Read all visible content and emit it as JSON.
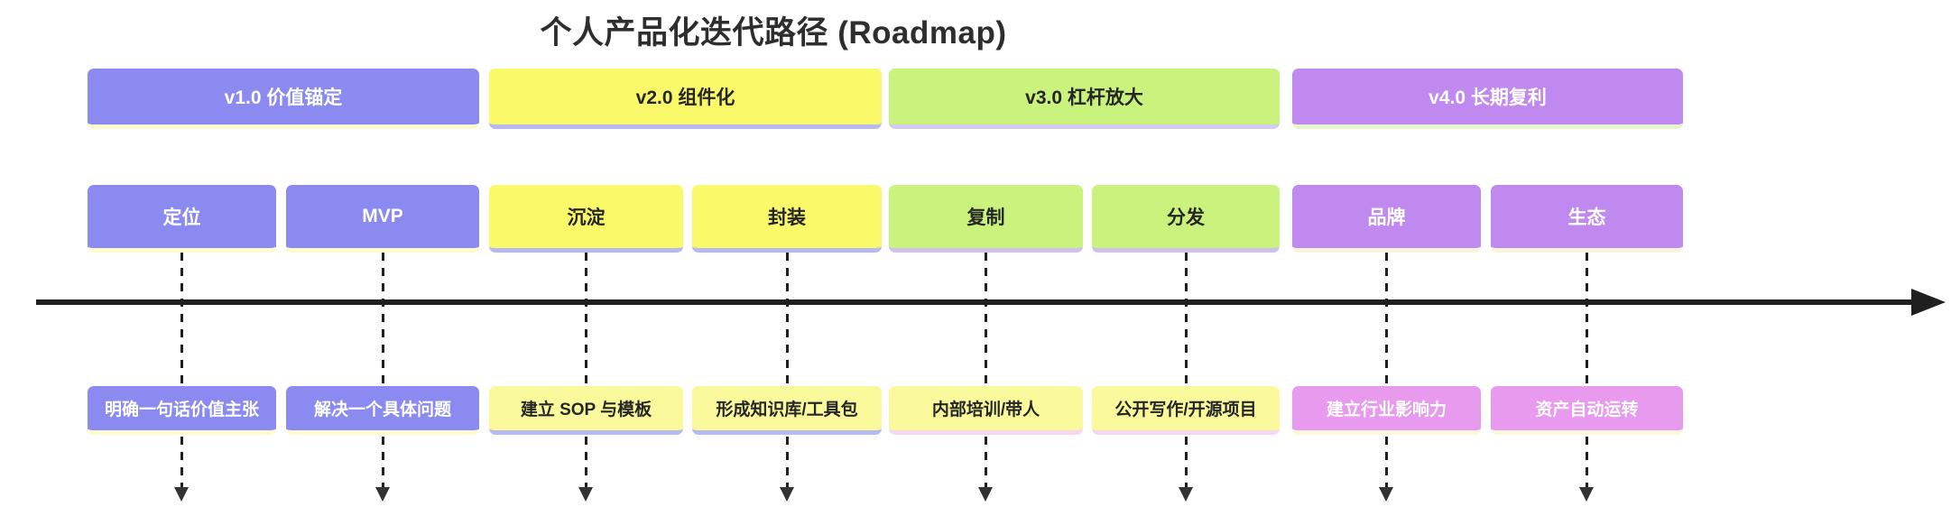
{
  "title": "个人产品化迭代路径 (Roadmap)",
  "phases": [
    {
      "label": "v1.0 价值锚定",
      "fill": "#8a8af0",
      "text_color": "#ffffff",
      "edge": "#fbfbce"
    },
    {
      "label": "v2.0 组件化",
      "fill": "#f9f96a",
      "text_color": "#262626",
      "edge": "#b9b9f1"
    },
    {
      "label": "v3.0 杠杆放大",
      "fill": "#c9f37d",
      "text_color": "#262626",
      "edge": "#d6c9f0"
    },
    {
      "label": "v4.0 长期复利",
      "fill": "#bf89ef",
      "text_color": "#ffffff",
      "edge": "#e7f5cd"
    }
  ],
  "milestones": [
    {
      "label": "定位",
      "fill": "#8a8af0",
      "text_color": "#ffffff",
      "edge": "#fbfbce"
    },
    {
      "label": "MVP",
      "fill": "#8a8af0",
      "text_color": "#ffffff",
      "edge": "#fbfbce"
    },
    {
      "label": "沉淀",
      "fill": "#f9f96a",
      "text_color": "#262626",
      "edge": "#b9b9f1"
    },
    {
      "label": "封装",
      "fill": "#f9f96a",
      "text_color": "#262626",
      "edge": "#b9b9f1"
    },
    {
      "label": "复制",
      "fill": "#c9f37d",
      "text_color": "#262626",
      "edge": "#cfc1ee"
    },
    {
      "label": "分发",
      "fill": "#c9f37d",
      "text_color": "#262626",
      "edge": "#cfc1ee"
    },
    {
      "label": "品牌",
      "fill": "#bf89ef",
      "text_color": "#ffffff",
      "edge": "#f8f5d8"
    },
    {
      "label": "生态",
      "fill": "#bf89ef",
      "text_color": "#ffffff",
      "edge": "#f8f5d8"
    }
  ],
  "descriptions": [
    {
      "label": "明确一句话价值主张",
      "fill": "#8a8af0",
      "text_color": "#ffffff",
      "edge": "#fbfbce"
    },
    {
      "label": "解决一个具体问题",
      "fill": "#8a8af0",
      "text_color": "#ffffff",
      "edge": "#fbfbce"
    },
    {
      "label": "建立 SOP 与模板",
      "fill": "#fafa9d",
      "text_color": "#262626",
      "edge": "#b9b9f1"
    },
    {
      "label": "形成知识库/工具包",
      "fill": "#fafa9d",
      "text_color": "#262626",
      "edge": "#b9b9f1"
    },
    {
      "label": "内部培训/带人",
      "fill": "#fafa9d",
      "text_color": "#262626",
      "edge": "#f5d7f3"
    },
    {
      "label": "公开写作/开源项目",
      "fill": "#fafa9d",
      "text_color": "#262626",
      "edge": "#f5d7f3"
    },
    {
      "label": "建立行业影响力",
      "fill": "#e79aee",
      "text_color": "#ffffff",
      "edge": "#fbf7d9"
    },
    {
      "label": "资产自动运转",
      "fill": "#e79aee",
      "text_color": "#ffffff",
      "edge": "#fbf7d9"
    }
  ],
  "timeline": {
    "color": "#1f1f1f"
  },
  "connectors": {
    "line_color": "#1f1f1f",
    "arrow_color": "#333333"
  }
}
